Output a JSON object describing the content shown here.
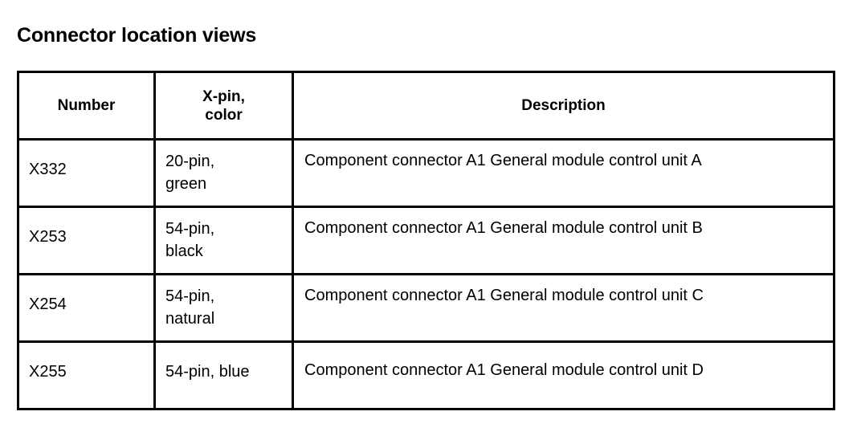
{
  "page": {
    "title": "Connector location views",
    "background_color": "#ffffff",
    "text_color": "#000000",
    "border_color": "#000000"
  },
  "table": {
    "columns": [
      {
        "key": "number",
        "header": "Number"
      },
      {
        "key": "xpin",
        "header": "X-pin,\ncolor"
      },
      {
        "key": "description",
        "header": "Description"
      }
    ],
    "rows": [
      {
        "number": "X332",
        "xpin": "20-pin,\ngreen",
        "description": "Component connector A1 General module control unit A"
      },
      {
        "number": "X253",
        "xpin": "54-pin,\nblack",
        "description": "Component connector A1 General module control unit B"
      },
      {
        "number": "X254",
        "xpin": "54-pin,\nnatural",
        "description": "Component connector A1 General module control unit C"
      },
      {
        "number": "X255",
        "xpin": "54-pin, blue",
        "description": "Component connector A1 General module control unit D"
      }
    ]
  }
}
